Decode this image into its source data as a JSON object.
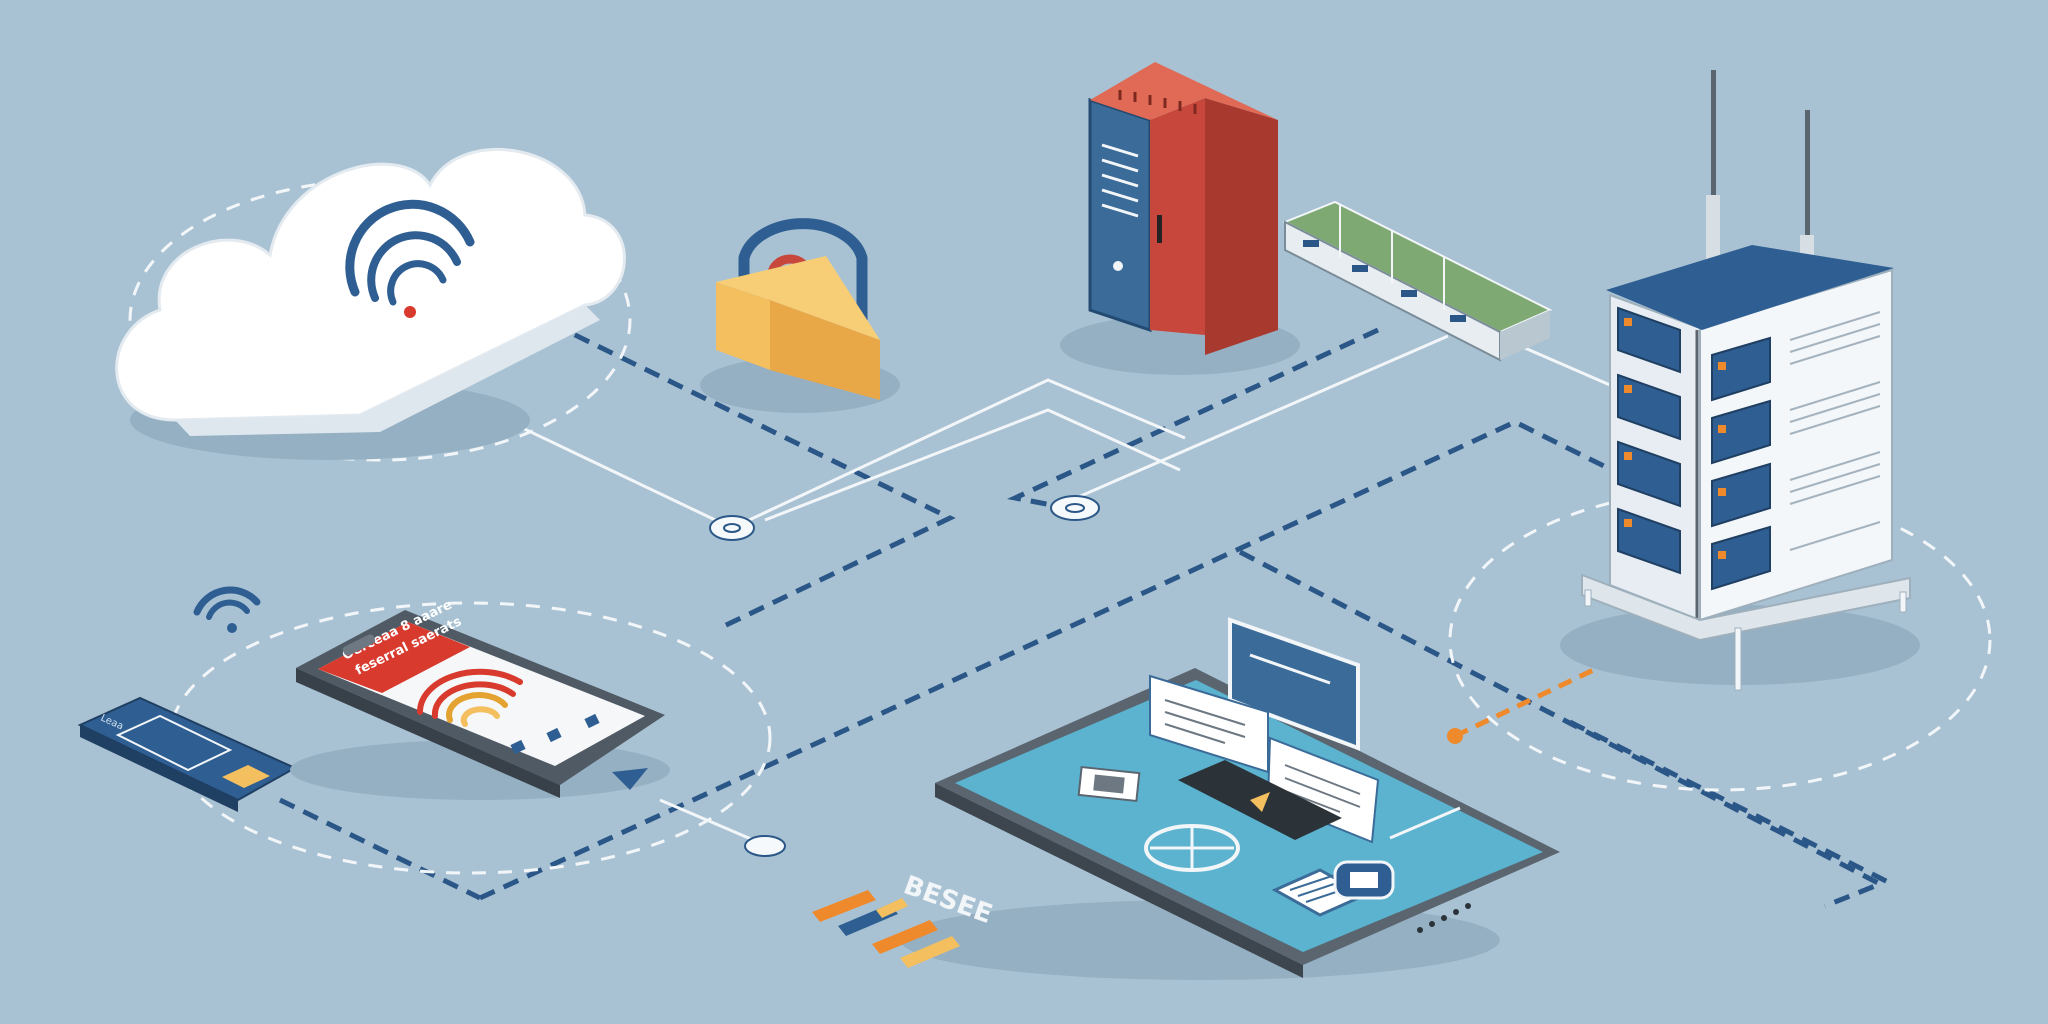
{
  "scene": {
    "background": "#a9c2d3",
    "colors": {
      "dash_line": "#2a5787",
      "white_line": "#f2f6f9",
      "accent_orange": "#ef8a2c",
      "cloud": "#ffffff",
      "lock_body": "#f0b54e",
      "rack_red": "#c8473c",
      "rack_blue": "#3b6b98",
      "tower_roof": "#2e5e92",
      "tablet_screen": "#5bb3cf"
    }
  },
  "cloud": {
    "icon": "wifi-icon"
  },
  "lock": {
    "icon": "padlock-icon"
  },
  "rack": {
    "icon": "server-rack-icon"
  },
  "switch": {
    "icon": "network-switch-icon"
  },
  "tower": {
    "icon": "data-center-tower-icon"
  },
  "phone": {
    "icon": "smartphone-icon",
    "header_line1": "Oerceaa 8 aaare",
    "header_line2": "feserral saerats"
  },
  "card": {
    "icon": "key-card-icon",
    "label": "Leaa"
  },
  "tablet": {
    "icon": "tablet-icon"
  },
  "legend": {
    "label": "BESEE"
  }
}
